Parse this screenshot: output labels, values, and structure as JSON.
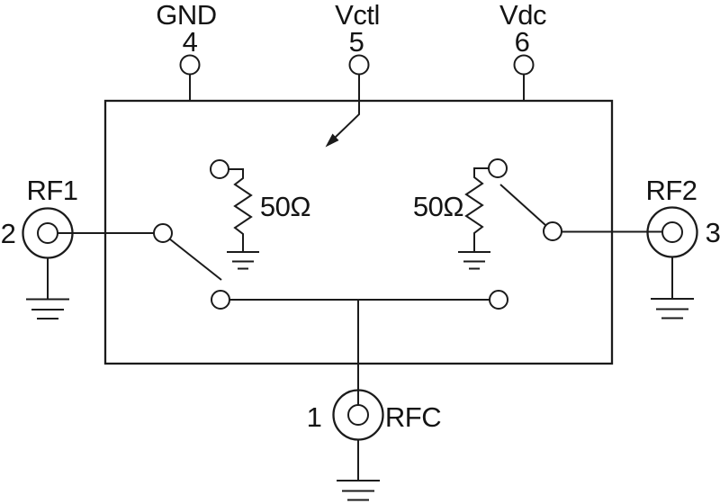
{
  "diagram": {
    "type": "schematic",
    "description": "SPDT RF switch functional block diagram with coaxial ports, control arrow and 50 ohm shunt terminations",
    "colors": {
      "line": "#1b1b1b",
      "text": "#141414",
      "background": "#ffffff"
    },
    "pins": {
      "gnd": {
        "number": "4",
        "label": "GND"
      },
      "vctl": {
        "number": "5",
        "label": "Vctl"
      },
      "vdc": {
        "number": "6",
        "label": "Vdc"
      },
      "rf1": {
        "number": "2",
        "label": "RF1"
      },
      "rf2": {
        "number": "3",
        "label": "RF2"
      },
      "rfc": {
        "number": "1",
        "label": "RFC"
      }
    },
    "components": {
      "shunt_resistor_left": {
        "value": "50Ω"
      },
      "shunt_resistor_right": {
        "value": "50Ω"
      }
    }
  }
}
